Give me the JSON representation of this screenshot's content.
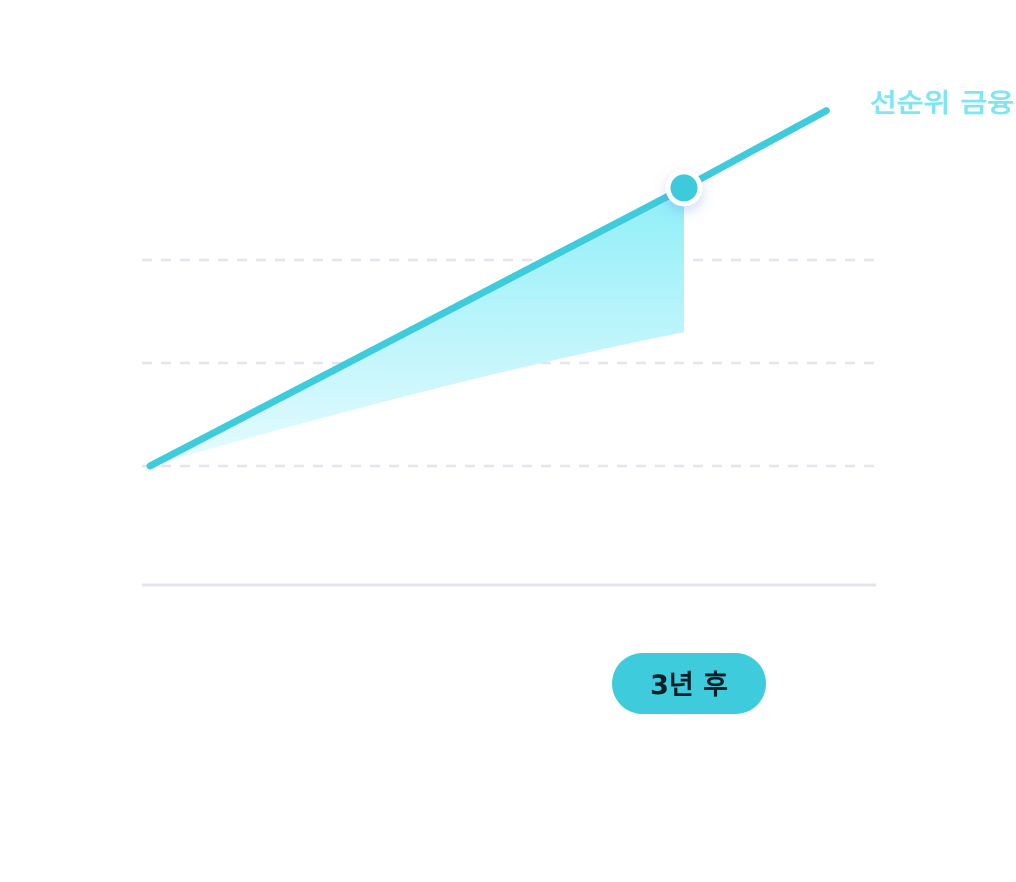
{
  "colors": {
    "line": "#3ecbdb",
    "label": "#7ee6f2",
    "fill_top": "#8feef8",
    "fill_bottom": "#e6fbfe",
    "grid": "#e3e6ee",
    "baseline": "#e4e4f0",
    "badge_bg": "#3ecbdb",
    "badge_text": "#0b1d26"
  },
  "chart_data": {
    "type": "line",
    "series": [
      {
        "name": "선순위 금융",
        "x": [
          0,
          3,
          3.8
        ],
        "y": [
          0,
          2.7,
          3.45
        ]
      }
    ],
    "highlight": {
      "x": 3,
      "y": 2.7
    },
    "area_lower_edge": {
      "x": [
        0,
        3
      ],
      "y": [
        0,
        1.3
      ]
    },
    "xlim": [
      0,
      4.1
    ],
    "ylim": [
      -1.15,
      4.0
    ],
    "gridlines_y": [
      0,
      1,
      2
    ],
    "x_marker_label": "3년 후",
    "x_marker_at": 3,
    "grid": true
  }
}
